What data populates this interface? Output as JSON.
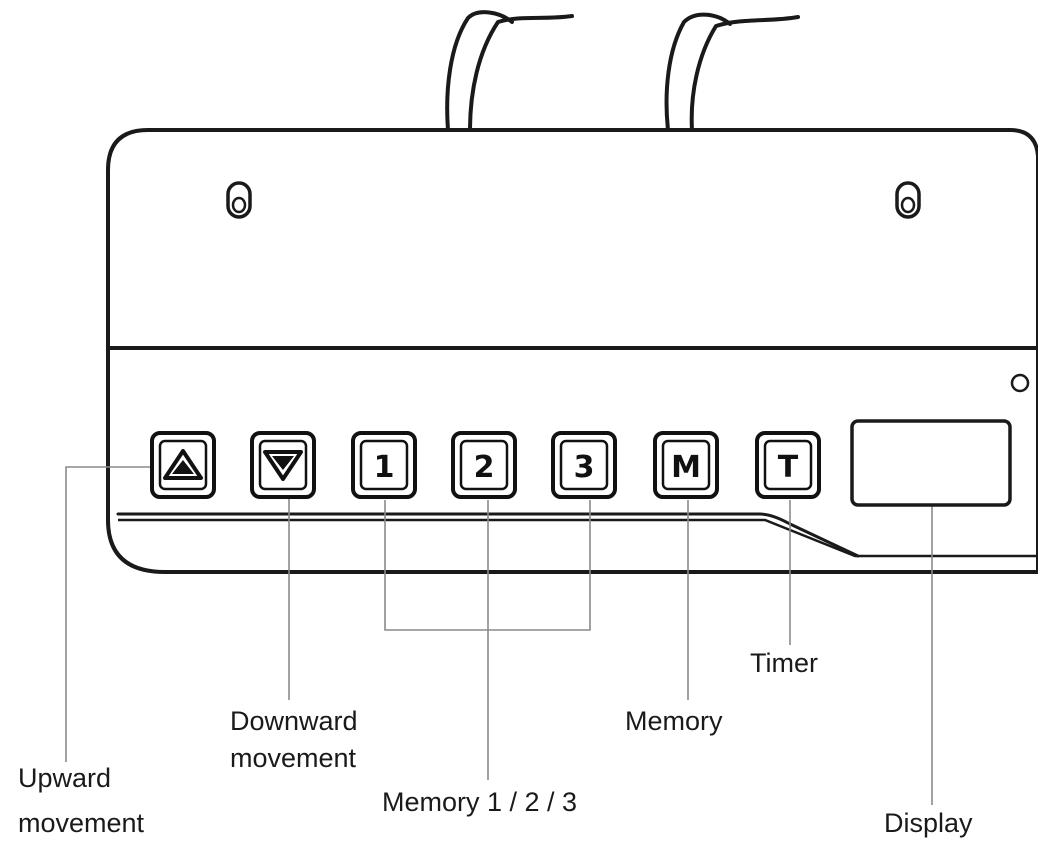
{
  "keys": {
    "up": "",
    "down": "",
    "mem1": "1",
    "mem2": "2",
    "mem3": "3",
    "memory": "M",
    "timer": "T"
  },
  "labels": {
    "upward_line1": "Upward",
    "upward_line2": "movement",
    "downward_line1": "Downward",
    "downward_line2": "movement",
    "memory123": "Memory 1 / 2 / 3",
    "memory": "Memory",
    "timer": "Timer",
    "display": "Display"
  },
  "icons": {
    "up": "triangle-up-icon",
    "down": "triangle-down-icon"
  }
}
